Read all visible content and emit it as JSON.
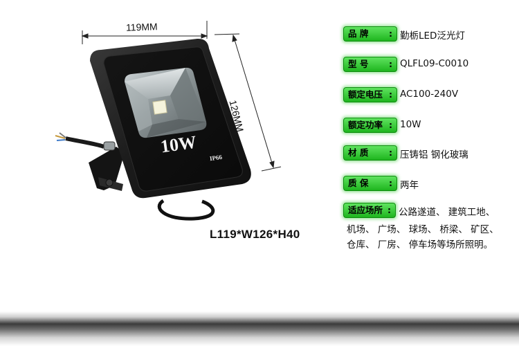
{
  "dimensions": {
    "width_label": "119MM",
    "height_label": "126MM",
    "caption": "L119*W126*H40"
  },
  "product_marks": {
    "power_text": "10W",
    "rating_text": "IP66"
  },
  "specs": [
    {
      "label": "品 牌",
      "value": "勤栃LED泛光灯"
    },
    {
      "label": "型 号",
      "value": "QLFL09-C0010"
    },
    {
      "label": "额定电压",
      "value": "AC100-240V"
    },
    {
      "label": "额定功率",
      "value": "10W"
    },
    {
      "label": "材 质",
      "value": "压铸铝 钢化玻璃"
    },
    {
      "label": "质 保",
      "value": "两年"
    },
    {
      "label": "适应场所",
      "value": "公路遂道、 建筑工地、"
    }
  ],
  "specs_continuation": [
    "机场、 广场、 球场、 桥梁、 矿区、",
    "仓库、 厂房、 停车场等场所照明。"
  ],
  "colors": {
    "label_green": "#2ccc2c",
    "housing": "#1a1a1a"
  }
}
